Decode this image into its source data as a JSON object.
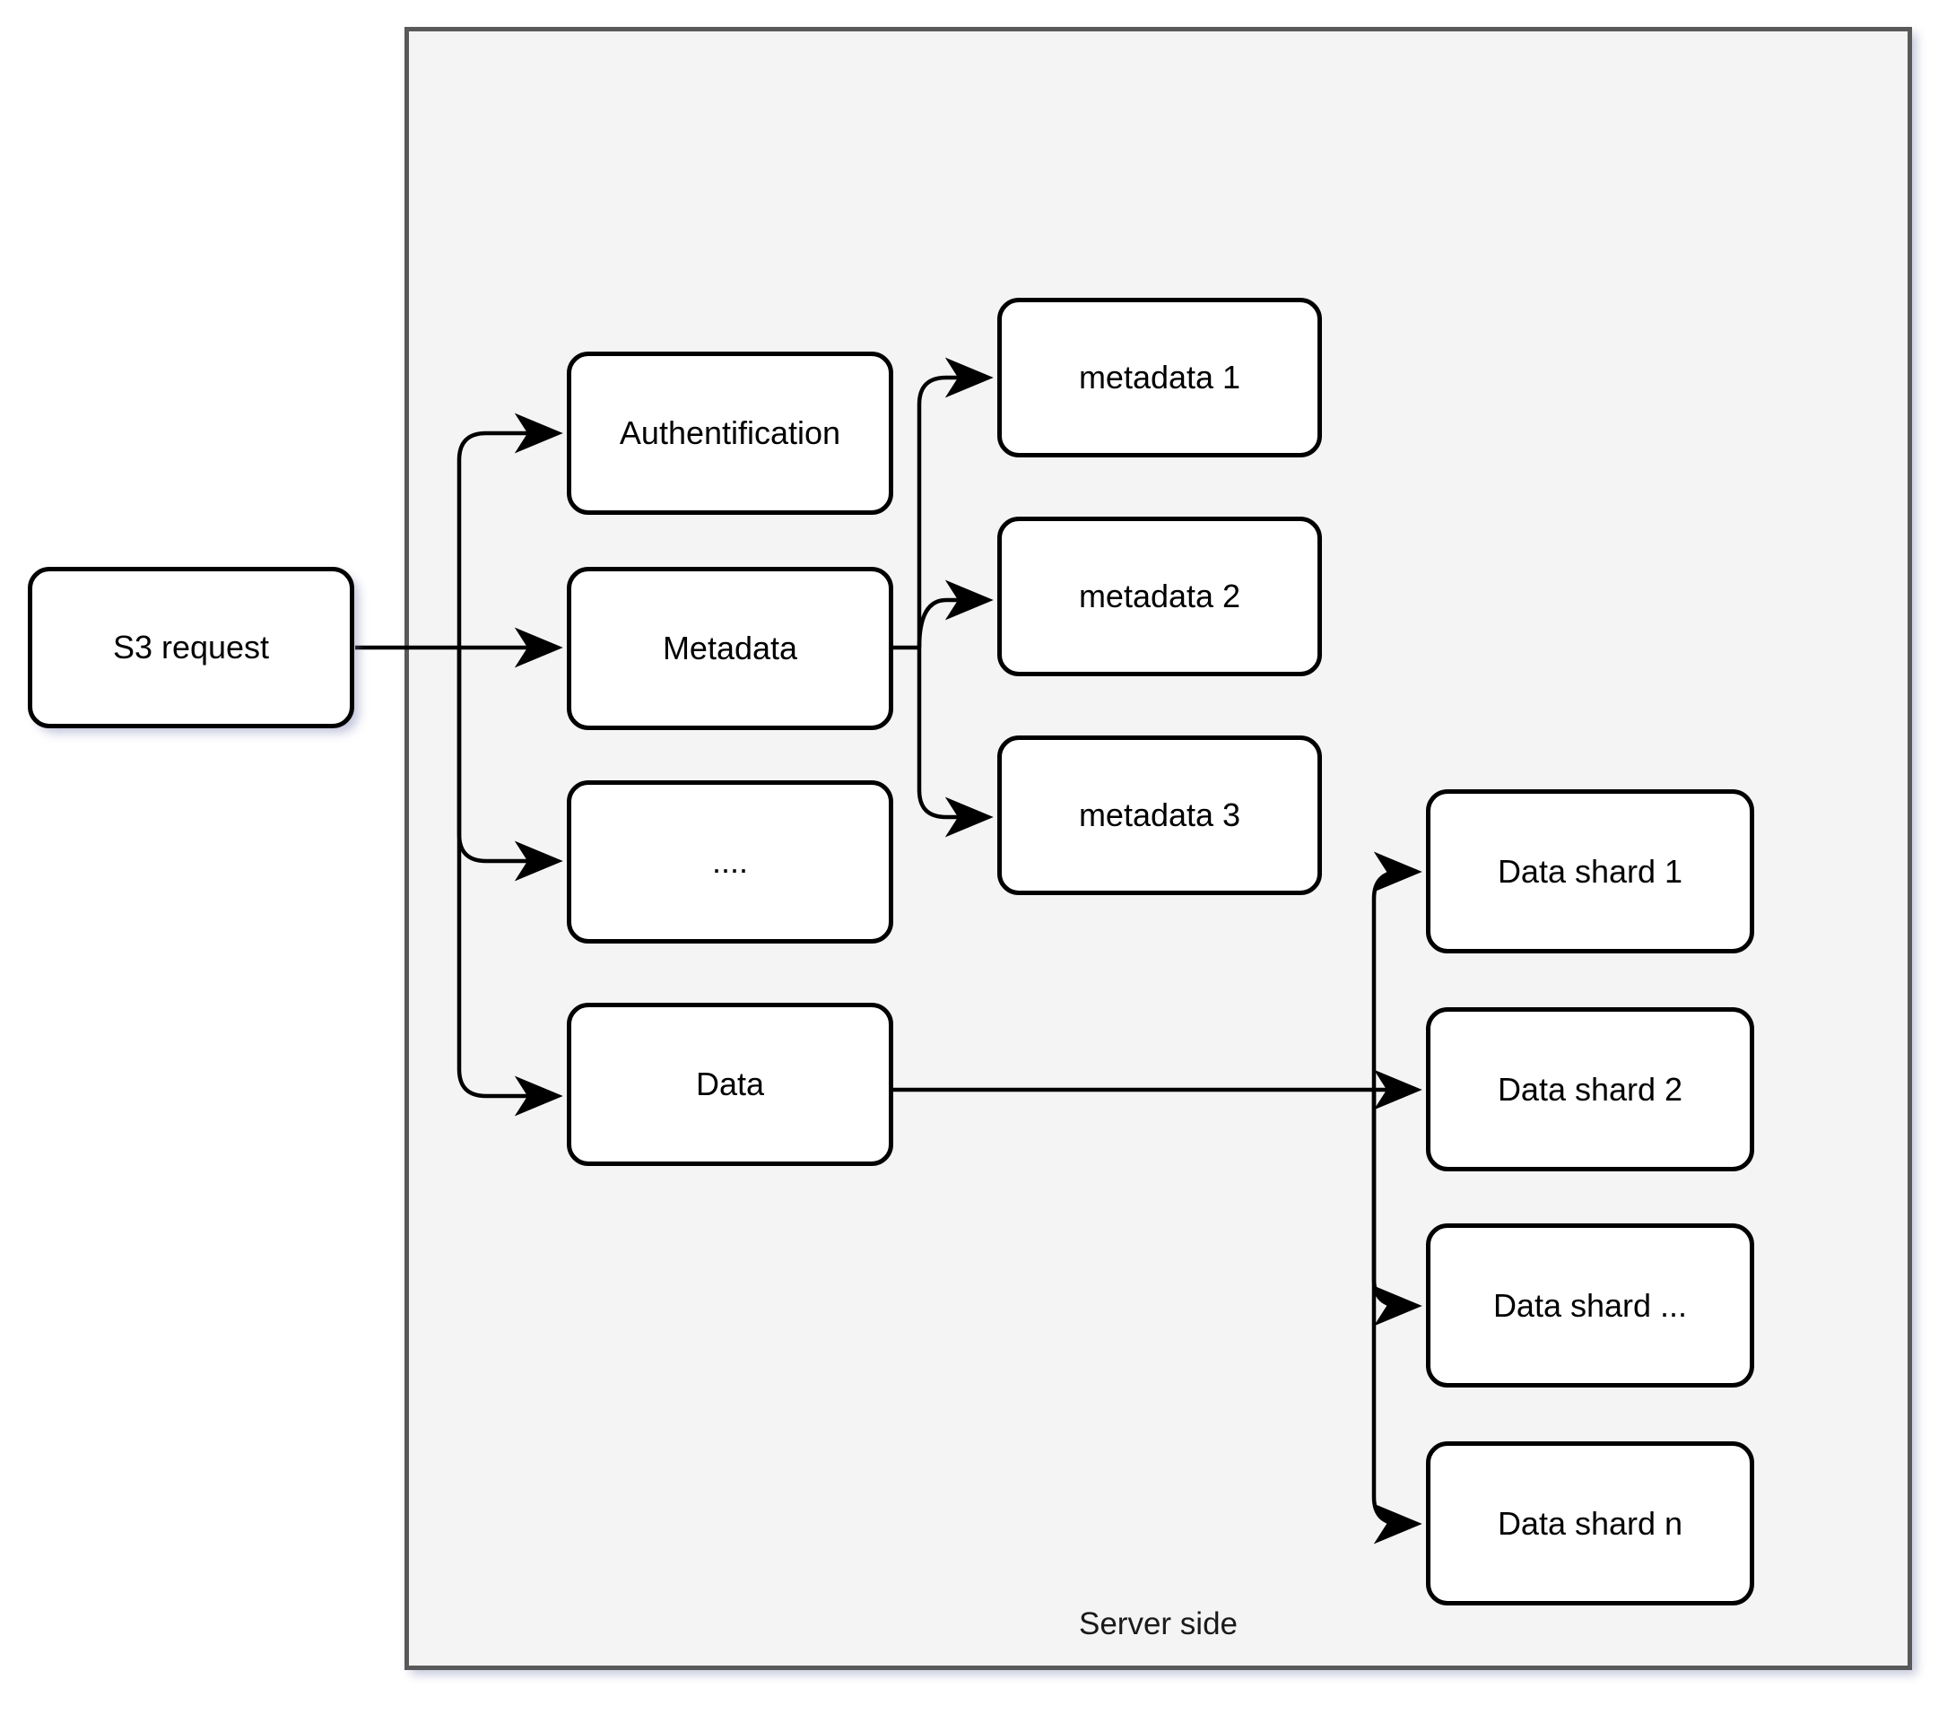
{
  "diagram": {
    "title_label": "Server side",
    "colors": {
      "container_fill": "#f4f4f4",
      "container_border": "#595959",
      "node_fill": "#ffffff",
      "node_border": "#000000",
      "edge": "#000000",
      "page_background": "#ffffff"
    },
    "entry_node": {
      "label": "S3 request"
    },
    "stage_nodes": [
      {
        "label": "Authentification"
      },
      {
        "label": "Metadata"
      },
      {
        "label": "...."
      },
      {
        "label": "Data"
      }
    ],
    "metadata_nodes": [
      {
        "label": "metadata 1"
      },
      {
        "label": "metadata 2"
      },
      {
        "label": "metadata 3"
      }
    ],
    "shard_nodes": [
      {
        "label": "Data shard 1"
      },
      {
        "label": "Data shard 2"
      },
      {
        "label": "Data shard ..."
      },
      {
        "label": "Data shard n"
      }
    ]
  }
}
